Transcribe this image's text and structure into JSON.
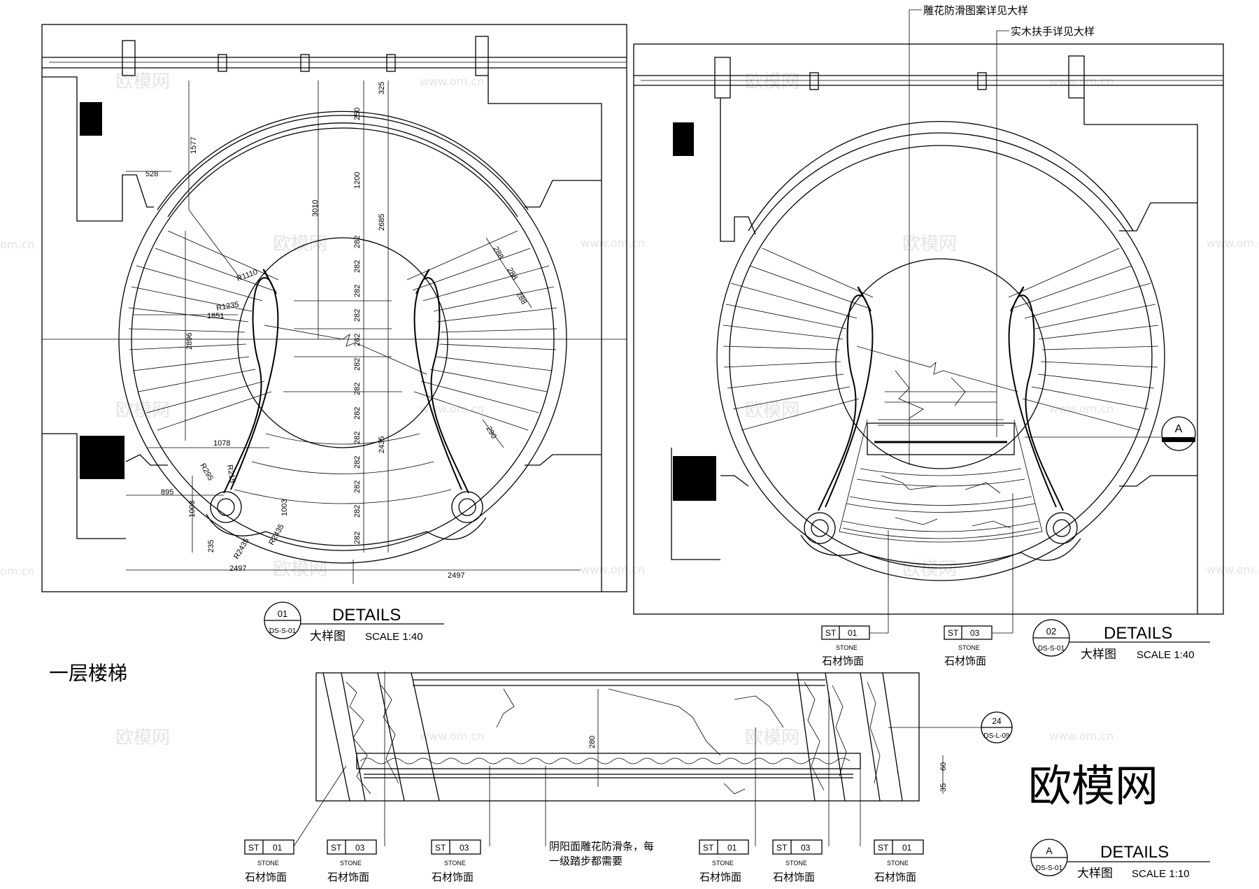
{
  "watermark": {
    "site": "www.om.cn",
    "site_short": "om.cn",
    "brand": "欧模网"
  },
  "section_title": "一层楼梯",
  "plan1": {
    "dims_vertical": [
      "325",
      "250",
      "1577",
      "1200",
      "3010",
      "2685",
      "282",
      "2896",
      "2435",
      "1003",
      "1003",
      "235"
    ],
    "dims_other": [
      "528",
      "1851",
      "1078",
      "895",
      "2497",
      "2497",
      "288",
      "288",
      "288",
      "290",
      "R1110",
      "R1235",
      "R295",
      "R215",
      "R2435",
      "R2435"
    ],
    "tag": {
      "num": "01",
      "ref": "DS-S-01",
      "title": "DETAILS",
      "sub": "大样图",
      "scale": "SCALE  1:40"
    }
  },
  "plan2": {
    "callout_top1": "雕花防滑图案详见大样",
    "callout_top2": "实木扶手详见大样",
    "section_marker": "A",
    "tag": {
      "num": "02",
      "ref": "DS-S-01",
      "title": "DETAILS",
      "sub": "大样图",
      "scale": "SCALE  1:40"
    },
    "materials": [
      {
        "code": "ST",
        "num": "01",
        "word": "STONE",
        "label": "石材饰面"
      },
      {
        "code": "ST",
        "num": "03",
        "word": "STONE",
        "label": "石材饰面"
      }
    ]
  },
  "detailA": {
    "dim_280": "280",
    "dim_35": "35",
    "dim_60": "60",
    "ref_num": "24",
    "ref_sheet": "DS-L-09",
    "note": "阴阳面雕花防滑条，每",
    "note2": "一级踏步都需要",
    "tag": {
      "num": "A",
      "ref": "DS-S-01",
      "title": "DETAILS",
      "sub": "大样图",
      "scale": "SCALE  1:10"
    },
    "materials": [
      {
        "code": "ST",
        "num": "01",
        "word": "STONE",
        "label": "石材饰面"
      },
      {
        "code": "ST",
        "num": "03",
        "word": "STONE",
        "label": "石材饰面"
      },
      {
        "code": "ST",
        "num": "03",
        "word": "STONE",
        "label": "石材饰面"
      },
      {
        "code": "ST",
        "num": "01",
        "word": "STONE",
        "label": "石材饰面"
      },
      {
        "code": "ST",
        "num": "03",
        "word": "STONE",
        "label": "石材饰面"
      },
      {
        "code": "ST",
        "num": "01",
        "word": "STONE",
        "label": "石材饰面"
      }
    ]
  }
}
